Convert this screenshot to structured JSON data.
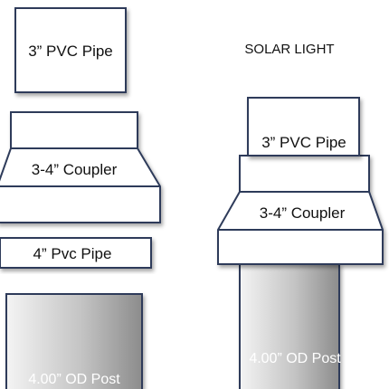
{
  "exploded": {
    "top_pipe_label": "3” PVC Pipe",
    "coupler_label": "3-4” Coupler",
    "bottom_pipe_label": "4” Pvc Pipe",
    "post_label": "4.00” OD Post"
  },
  "assembled": {
    "title": "SOLAR LIGHT",
    "top_pipe_label": "3” PVC Pipe",
    "coupler_label": "3-4” Coupler",
    "post_label": "4.00” OD Post"
  },
  "colors": {
    "outline": "#2d3b5a",
    "fill": "#ffffff",
    "post_light": "#f2f2f2",
    "post_dark": "#8f8f8f"
  }
}
